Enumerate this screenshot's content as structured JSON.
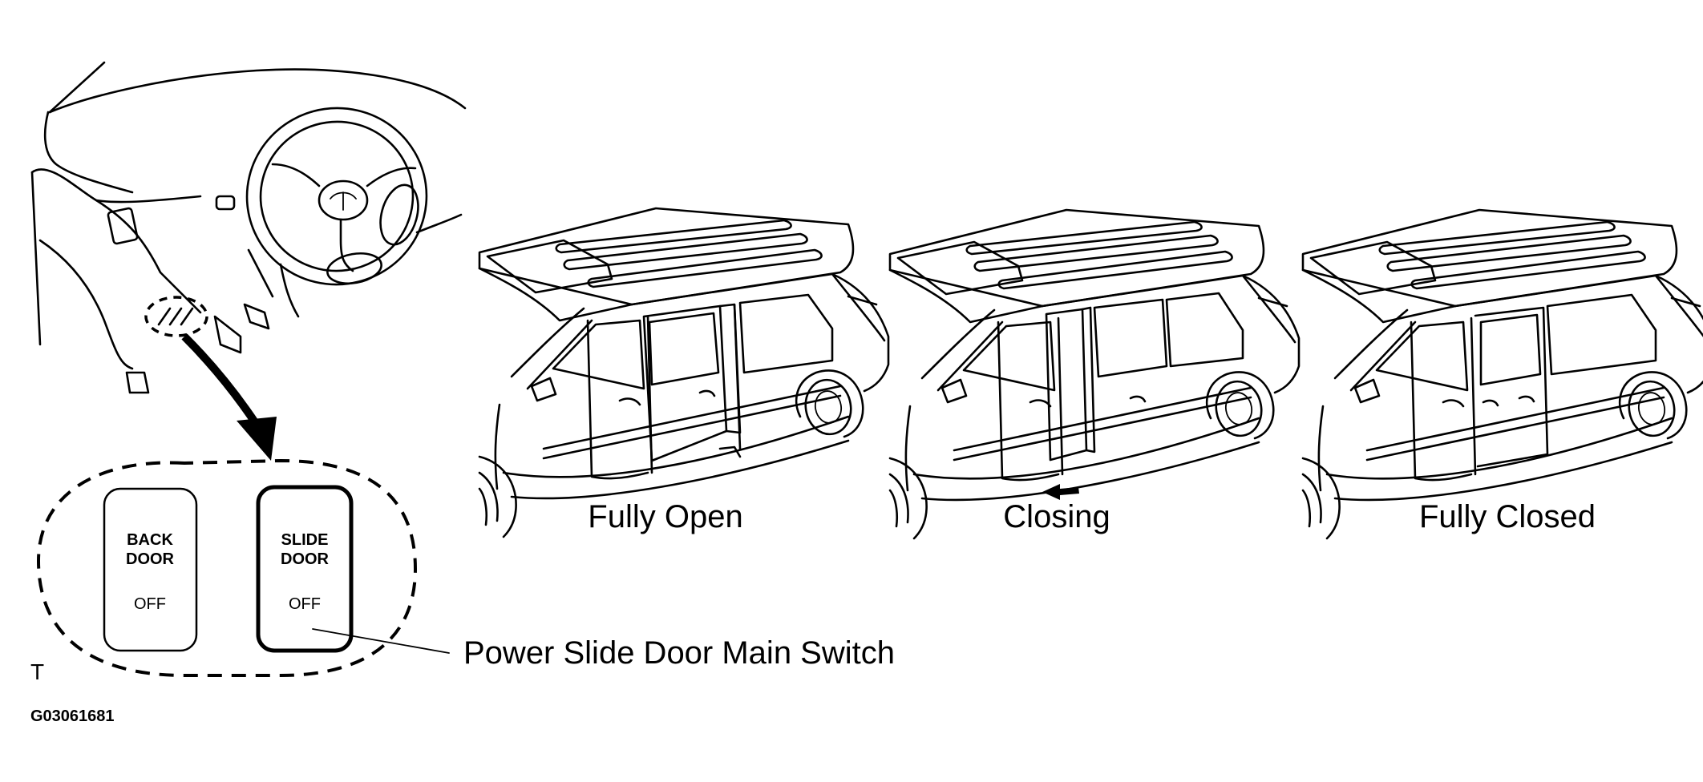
{
  "diagram": {
    "panels": [
      {
        "caption": "Fully Open"
      },
      {
        "caption": "Closing"
      },
      {
        "caption": "Fully Closed"
      }
    ],
    "switches": [
      {
        "line1": "BACK",
        "line2": "DOOR",
        "state": "OFF"
      },
      {
        "line1": "SLIDE",
        "line2": "DOOR",
        "state": "OFF"
      }
    ],
    "callout_label": "Power Slide Door Main Switch",
    "corner_mark": "T",
    "figure_code": "G03061681"
  }
}
